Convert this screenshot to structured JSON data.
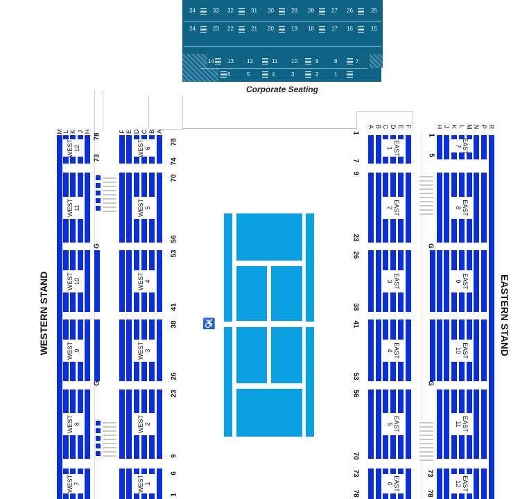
{
  "corporate": {
    "title": "Corporate Seating",
    "upper_rows": [
      [
        "34",
        "33",
        "32",
        "31",
        "30",
        "29",
        "28",
        "27",
        "26",
        "25"
      ],
      [
        "24",
        "23",
        "22",
        "21",
        "20",
        "19",
        "18",
        "17",
        "16",
        "15"
      ]
    ],
    "lower_rows": [
      [
        "14",
        "13",
        "12",
        "11",
        "10",
        "9",
        "8",
        "7"
      ],
      [
        "6",
        "5",
        "4",
        "3",
        "2",
        "1"
      ]
    ]
  },
  "stands": {
    "west": "WESTERN STAND",
    "east": "EASTERN STAND"
  },
  "west": {
    "outer_columns": [
      "M",
      "L",
      "K",
      "J",
      "H"
    ],
    "inner_columns": [
      "F",
      "E",
      "D",
      "C",
      "B",
      "A"
    ],
    "outer_sections": [
      {
        "name": "WEST",
        "num": "12"
      },
      {
        "name": "WEST",
        "num": "11"
      },
      {
        "name": "WEST",
        "num": "10"
      },
      {
        "name": "WEST",
        "num": "9"
      },
      {
        "name": "WEST",
        "num": "8"
      },
      {
        "name": "WEST",
        "num": "7"
      }
    ],
    "inner_sections": [
      {
        "name": "WEST",
        "num": "6"
      },
      {
        "name": "WEST",
        "num": "5"
      },
      {
        "name": "WEST",
        "num": "4"
      },
      {
        "name": "WEST",
        "num": "3"
      },
      {
        "name": "WEST",
        "num": "2"
      },
      {
        "name": "WEST",
        "num": "1"
      }
    ],
    "row_numbers": [
      "78",
      "74",
      "70",
      "56",
      "53",
      "41",
      "38",
      "26",
      "23",
      "9",
      "6",
      "1"
    ],
    "outer_markers": [
      "78",
      "73",
      "G",
      "G"
    ]
  },
  "east": {
    "inner_columns": [
      "A",
      "B",
      "C",
      "D",
      "E",
      "F"
    ],
    "outer_columns": [
      "H",
      "J",
      "K",
      "L",
      "M",
      "N",
      "P",
      "R"
    ],
    "inner_sections": [
      {
        "name": "EAST",
        "num": "1"
      },
      {
        "name": "EAST",
        "num": "2"
      },
      {
        "name": "EAST",
        "num": "3"
      },
      {
        "name": "EAST",
        "num": "4"
      },
      {
        "name": "EAST",
        "num": "5"
      },
      {
        "name": "EAST",
        "num": "6"
      }
    ],
    "outer_sections": [
      {
        "name": "EAST",
        "num": "7"
      },
      {
        "name": "EAST",
        "num": "8"
      },
      {
        "name": "EAST",
        "num": "9"
      },
      {
        "name": "EAST",
        "num": "10"
      },
      {
        "name": "EAST",
        "num": "11"
      },
      {
        "name": "EAST",
        "num": "12"
      }
    ],
    "row_numbers": [
      "1",
      "7",
      "9",
      "23",
      "26",
      "38",
      "41",
      "53",
      "56",
      "70",
      "73",
      "78"
    ],
    "outer_markers": [
      "1",
      "5",
      "G",
      "G",
      "73",
      "78"
    ]
  },
  "colors": {
    "seat": "#0a2fd6",
    "court": "#0aa0e2",
    "corporate": "#0f6485"
  },
  "icons": {
    "umpire": "wheelchair-umpire-chair-icon"
  }
}
